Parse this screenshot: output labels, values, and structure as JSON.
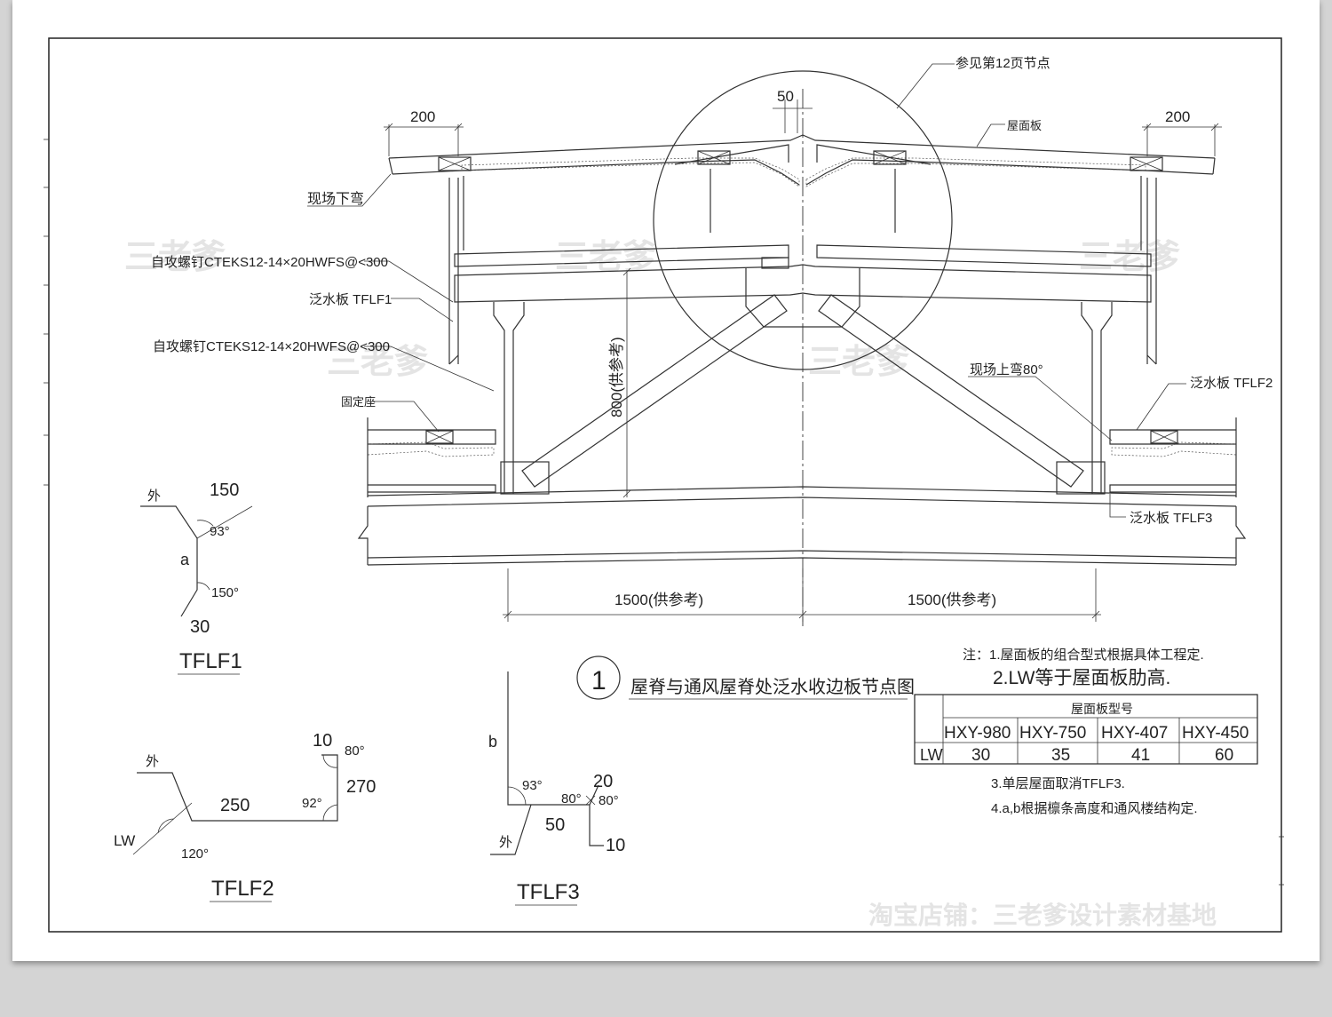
{
  "drawing": {
    "title": "屋脊与通风屋脊处泛水收边板节点图",
    "detail_number": "1",
    "watermark": "三老爹",
    "shop_watermark": "淘宝店铺：三老爹设计素材基地"
  },
  "labels": {
    "ref_node": "参见第12页节点",
    "roof_panel": "屋面板",
    "field_bend_down": "现场下弯",
    "screw_1": "自攻螺钉CTEKS12-14×20HWFS@<300",
    "flashing_tflf1": "泛水板  TFLF1",
    "screw_2": "自攻螺钉CTEKS12-14×20HWFS@<300",
    "fixing_seat": "固定座",
    "field_bend_up": "现场上弯80°",
    "flashing_tflf2": "泛水板  TFLF2",
    "flashing_tflf3": "泛水板  TFLF3"
  },
  "dimensions": {
    "d200_left": "200",
    "d200_right": "200",
    "d50": "50",
    "d800": "800(供参考)",
    "d1500_left": "1500(供参考)",
    "d1500_right": "1500(供参考)"
  },
  "tflf1": {
    "outside": "外",
    "len_top": "150",
    "angle_top": "93°",
    "side": "a",
    "angle_bottom": "150°",
    "len_bottom": "30",
    "name": "TFLF1"
  },
  "tflf2": {
    "outside": "外",
    "lw": "LW",
    "angle_left": "120°",
    "len_bottom": "250",
    "angle_right": "92°",
    "len_top": "10",
    "angle_top": "80°",
    "len_side": "270",
    "name": "TFLF2"
  },
  "tflf3": {
    "side": "b",
    "angle_left": "93°",
    "angle_mid": "80°",
    "len_top": "20",
    "angle_right": "80°",
    "len_mid": "50",
    "outside": "外",
    "len_end": "10",
    "name": "TFLF3"
  },
  "notes": {
    "n1": "注：1.屋面板的组合型式根据具体工程定.",
    "n2": "2.LW等于屋面板肋高.",
    "n3": "3.单层屋面取消TFLF3.",
    "n4": "4.a,b根据檩条高度和通风楼结构定."
  },
  "table": {
    "header": "屋面板型号",
    "row_label": "LW",
    "columns": [
      "HXY-980",
      "HXY-750",
      "HXY-407",
      "HXY-450"
    ],
    "values": [
      "30",
      "35",
      "41",
      "60"
    ]
  }
}
